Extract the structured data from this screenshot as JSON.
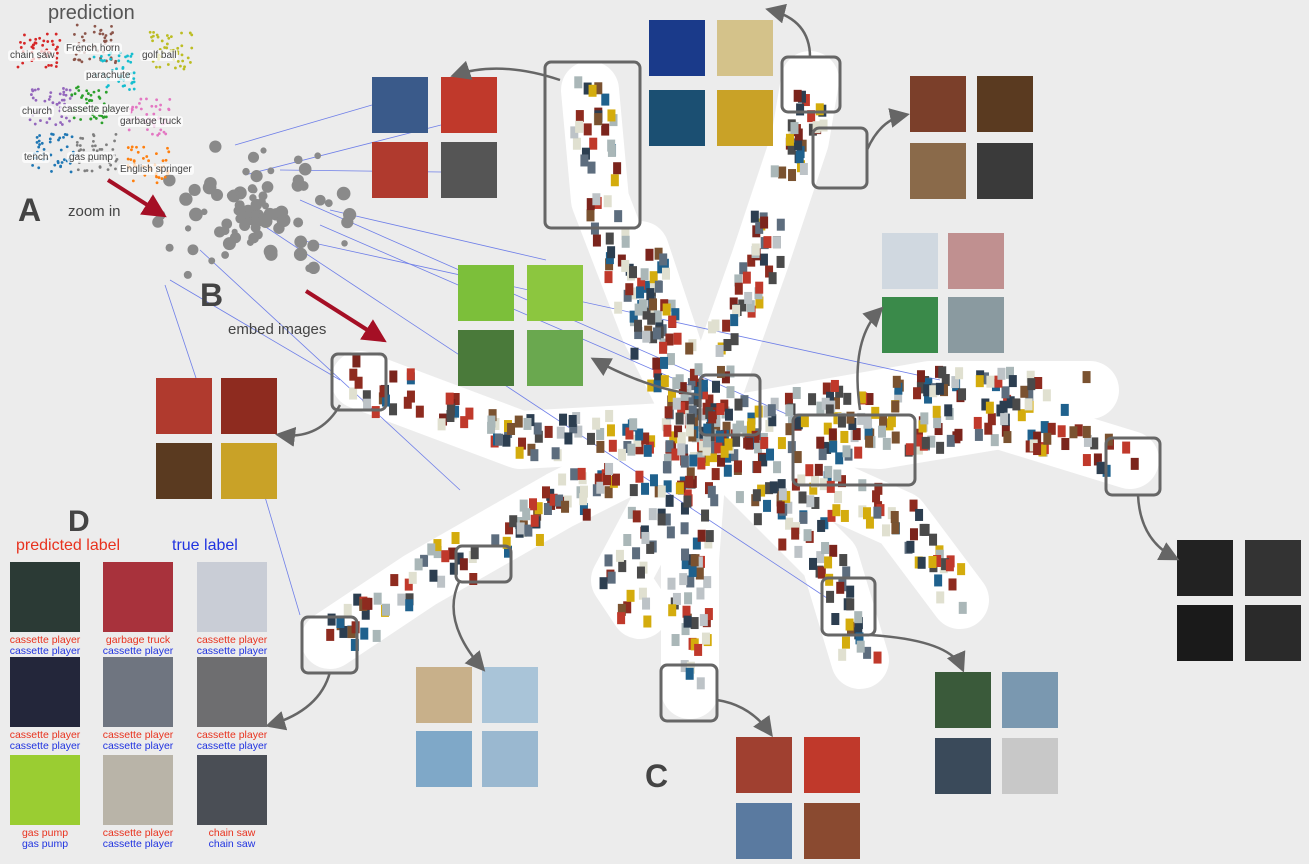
{
  "panelA": {
    "letter": "A",
    "title": "prediction",
    "zoom_label": "zoom in",
    "clusters": [
      {
        "label": "chain saw",
        "color": "#d62728"
      },
      {
        "label": "French horn",
        "color": "#8c564b"
      },
      {
        "label": "golf ball",
        "color": "#bcbd22"
      },
      {
        "label": "parachute",
        "color": "#17becf"
      },
      {
        "label": "church",
        "color": "#9467bd"
      },
      {
        "label": "cassette player",
        "color": "#2ca02c"
      },
      {
        "label": "garbage truck",
        "color": "#e377c2"
      },
      {
        "label": "tench",
        "color": "#1f77b4"
      },
      {
        "label": "gas pump",
        "color": "#7f7f7f"
      },
      {
        "label": "English springer",
        "color": "#ff7f0e"
      }
    ]
  },
  "panelB": {
    "letter": "B",
    "embed_label": "embed images"
  },
  "panelC": {
    "letter": "C"
  },
  "panelD": {
    "letter": "D",
    "predicted_header": "predicted label",
    "true_header": "true label",
    "items": [
      {
        "pred": "cassette player",
        "true": "cassette player",
        "color": "#2b3a35"
      },
      {
        "pred": "garbage truck",
        "true": "cassette player",
        "color": "#a8323c"
      },
      {
        "pred": "cassette player",
        "true": "cassette player",
        "color": "#c9cdd6"
      },
      {
        "pred": "cassette player",
        "true": "cassette player",
        "color": "#23263a"
      },
      {
        "pred": "cassette player",
        "true": "cassette player",
        "color": "#6f7580"
      },
      {
        "pred": "cassette player",
        "true": "cassette player",
        "color": "#6e6e70"
      },
      {
        "pred": "gas pump",
        "true": "gas pump",
        "color": "#9acd32"
      },
      {
        "pred": "cassette player",
        "true": "cassette player",
        "color": "#b9b4a8"
      },
      {
        "pred": "chain saw",
        "true": "chain saw",
        "color": "#4a4e55"
      }
    ]
  },
  "colors": {
    "arrow_red": "#a50f25",
    "frame_gray": "#666666",
    "link_blue": "#6f7fe8",
    "pred_red": "#e8321e",
    "true_blue": "#2033e0"
  }
}
